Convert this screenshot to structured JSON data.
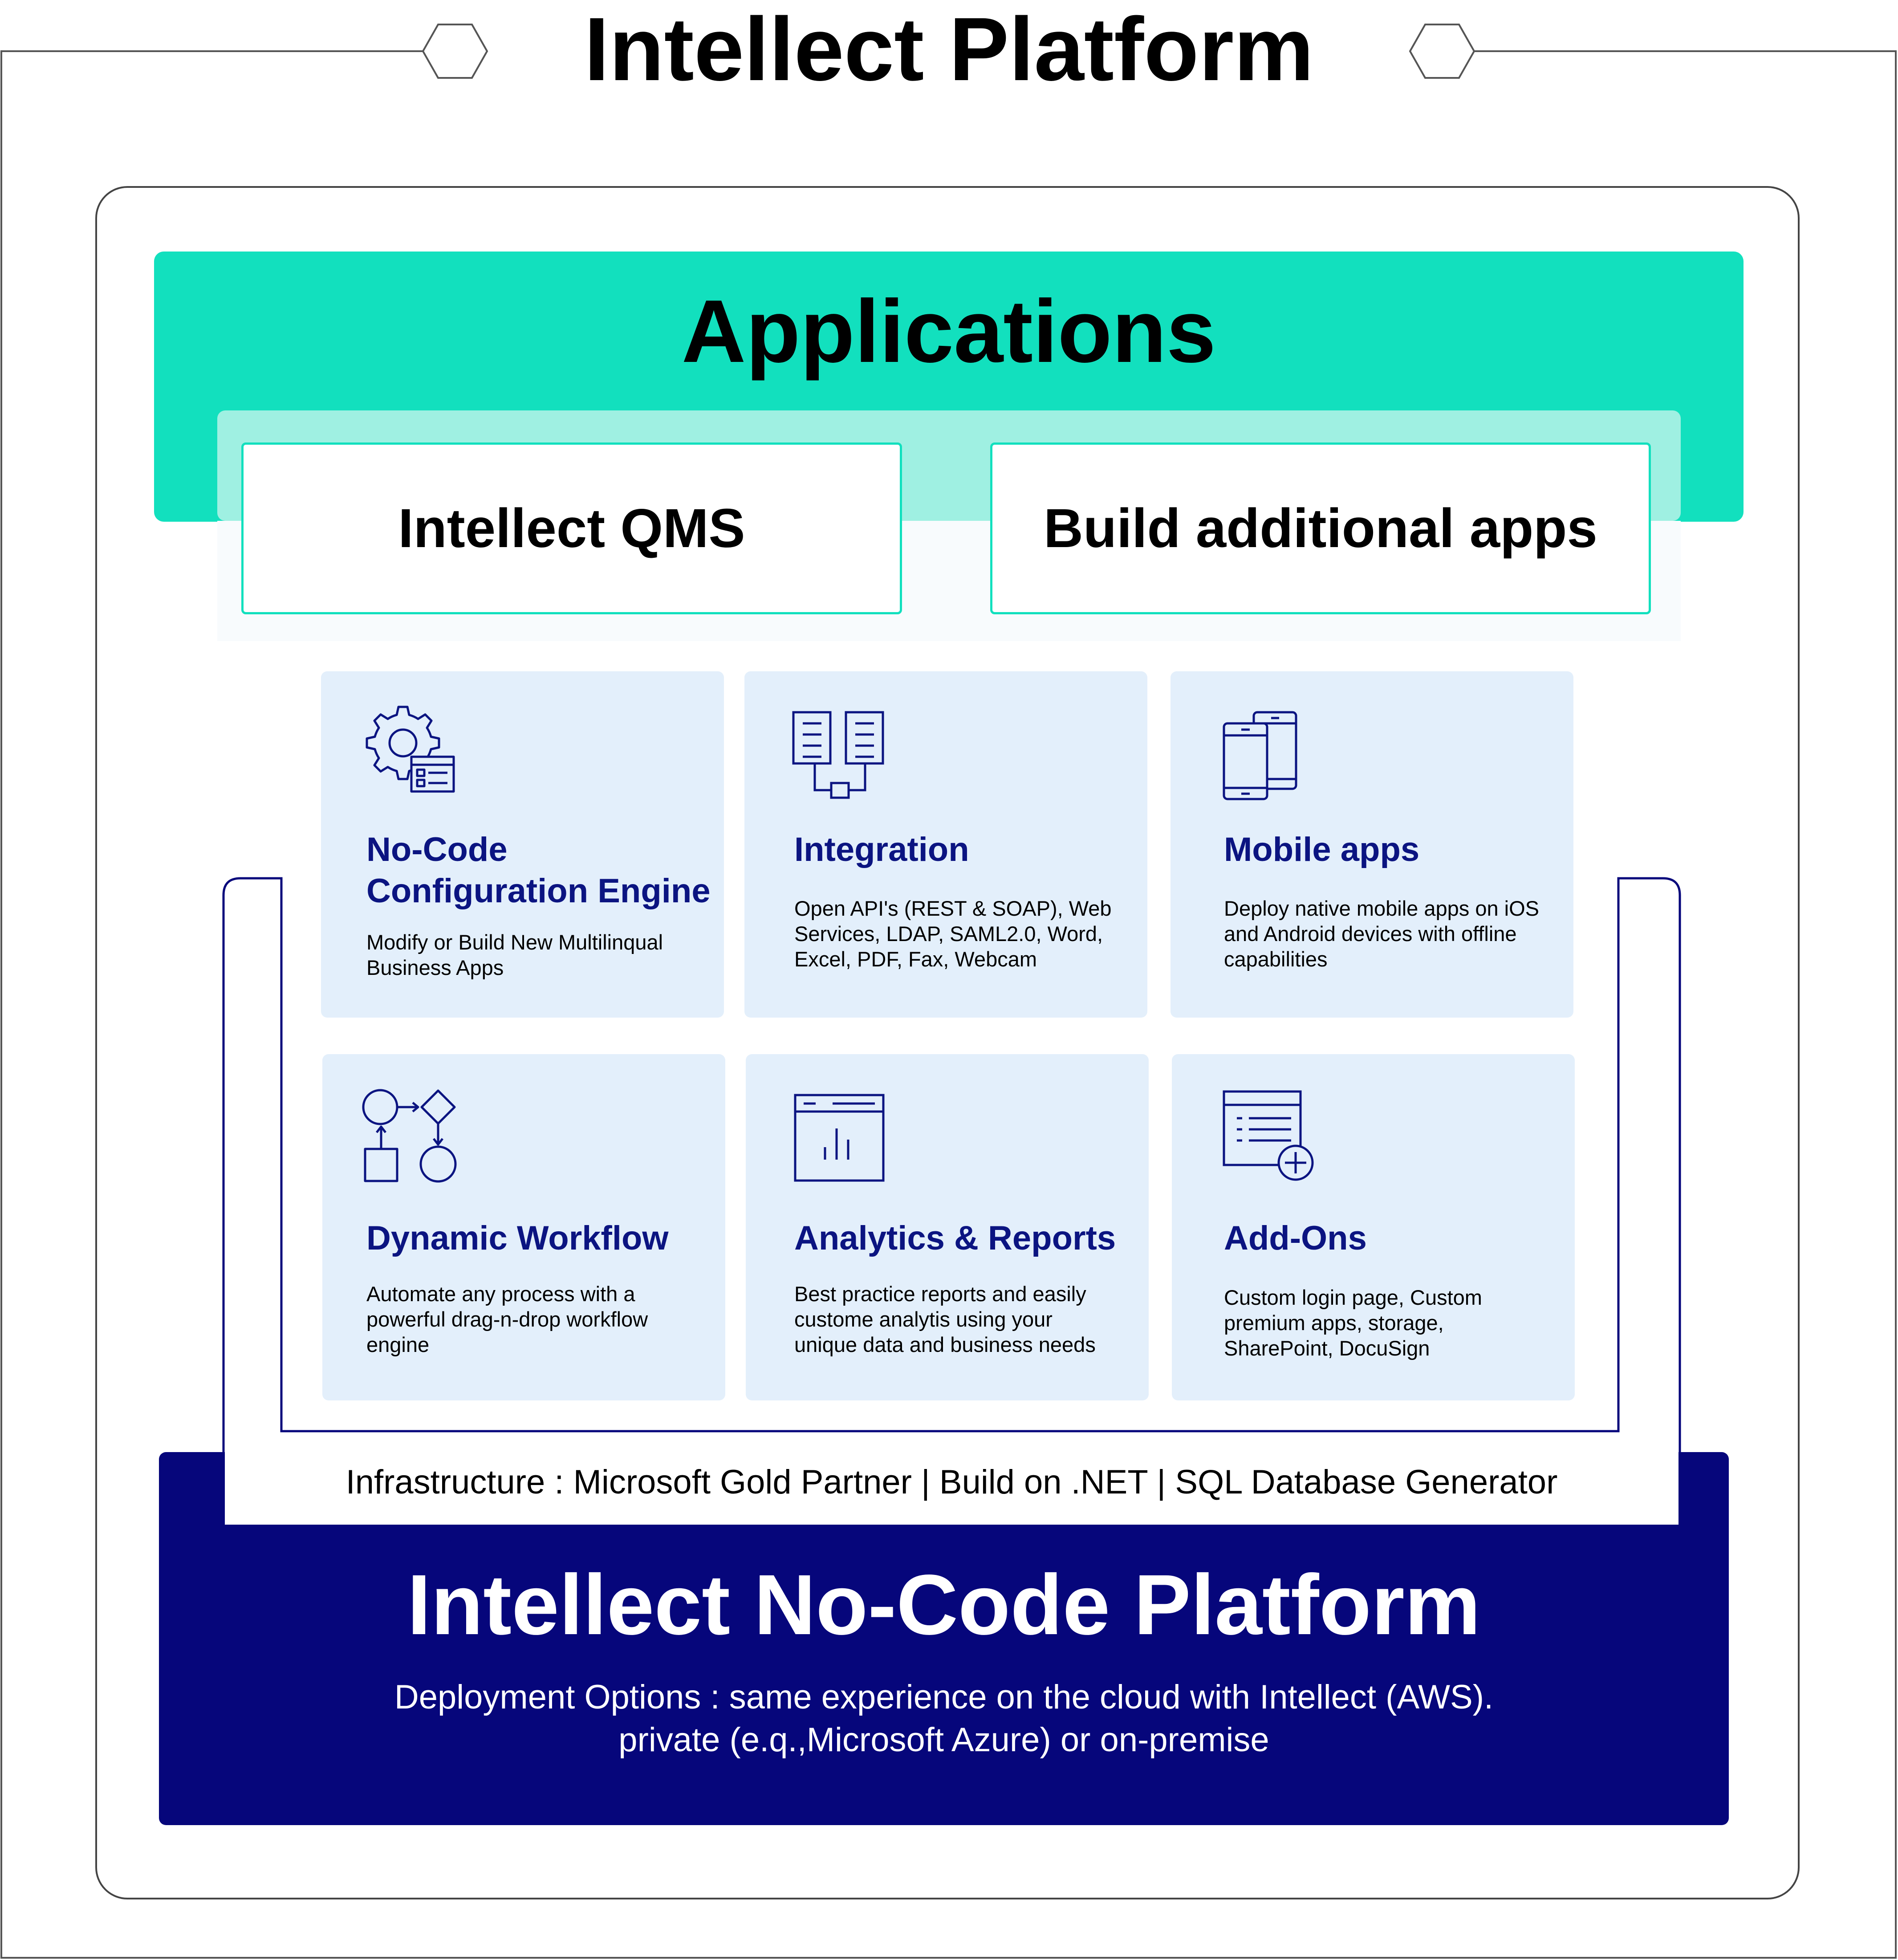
{
  "title": "Intellect Platform",
  "applications": {
    "title": "Applications",
    "apps": [
      "Intellect QMS",
      "Build additional apps"
    ]
  },
  "modules": [
    {
      "title_lines": [
        "No-Code",
        "Configuration Engine"
      ],
      "description_lines": [
        "Modify or Build New Multilinqual",
        "Business Apps"
      ],
      "icon": "gear-window-icon"
    },
    {
      "title_lines": [
        "Integration"
      ],
      "description_lines": [
        "Open API's (REST & SOAP), Web",
        "Services, LDAP, SAML2.0, Word,",
        "Excel, PDF, Fax, Webcam"
      ],
      "icon": "connected-documents-icon"
    },
    {
      "title_lines": [
        "Mobile apps"
      ],
      "description_lines": [
        "Deploy native mobile apps on iOS",
        "and Android devices with offline",
        "capabilities"
      ],
      "icon": "mobile-devices-icon"
    },
    {
      "title_lines": [
        "Dynamic Workflow"
      ],
      "description_lines": [
        "Automate any process with a",
        "powerful drag-n-drop workflow",
        "engine"
      ],
      "icon": "workflow-icon"
    },
    {
      "title_lines": [
        "Analytics & Reports"
      ],
      "description_lines": [
        "Best practice reports and easily",
        "custome analytis using your",
        "unique data and business needs"
      ],
      "icon": "report-chart-icon"
    },
    {
      "title_lines": [
        "Add-Ons"
      ],
      "description_lines": [
        "Custom login page, Custom",
        "premium apps, storage,",
        "SharePoint, DocuSign"
      ],
      "icon": "add-module-icon"
    }
  ],
  "infrastructure": "Infrastructure : Microsoft Gold Partner | Build on .NET | SQL Database Generator",
  "platform": {
    "title": "Intellect No-Code Platform",
    "deployment_lines": [
      "Deployment Options : same experience on the cloud with Intellect (AWS).",
      "private (e.q.,Microsoft Azure) or on-premise"
    ]
  },
  "colors": {
    "navy": "#06067b",
    "teal": "#12e0be",
    "teal_light": "#9ff0e2",
    "card_bg": "#e3effb",
    "card_title": "#0b1481"
  }
}
